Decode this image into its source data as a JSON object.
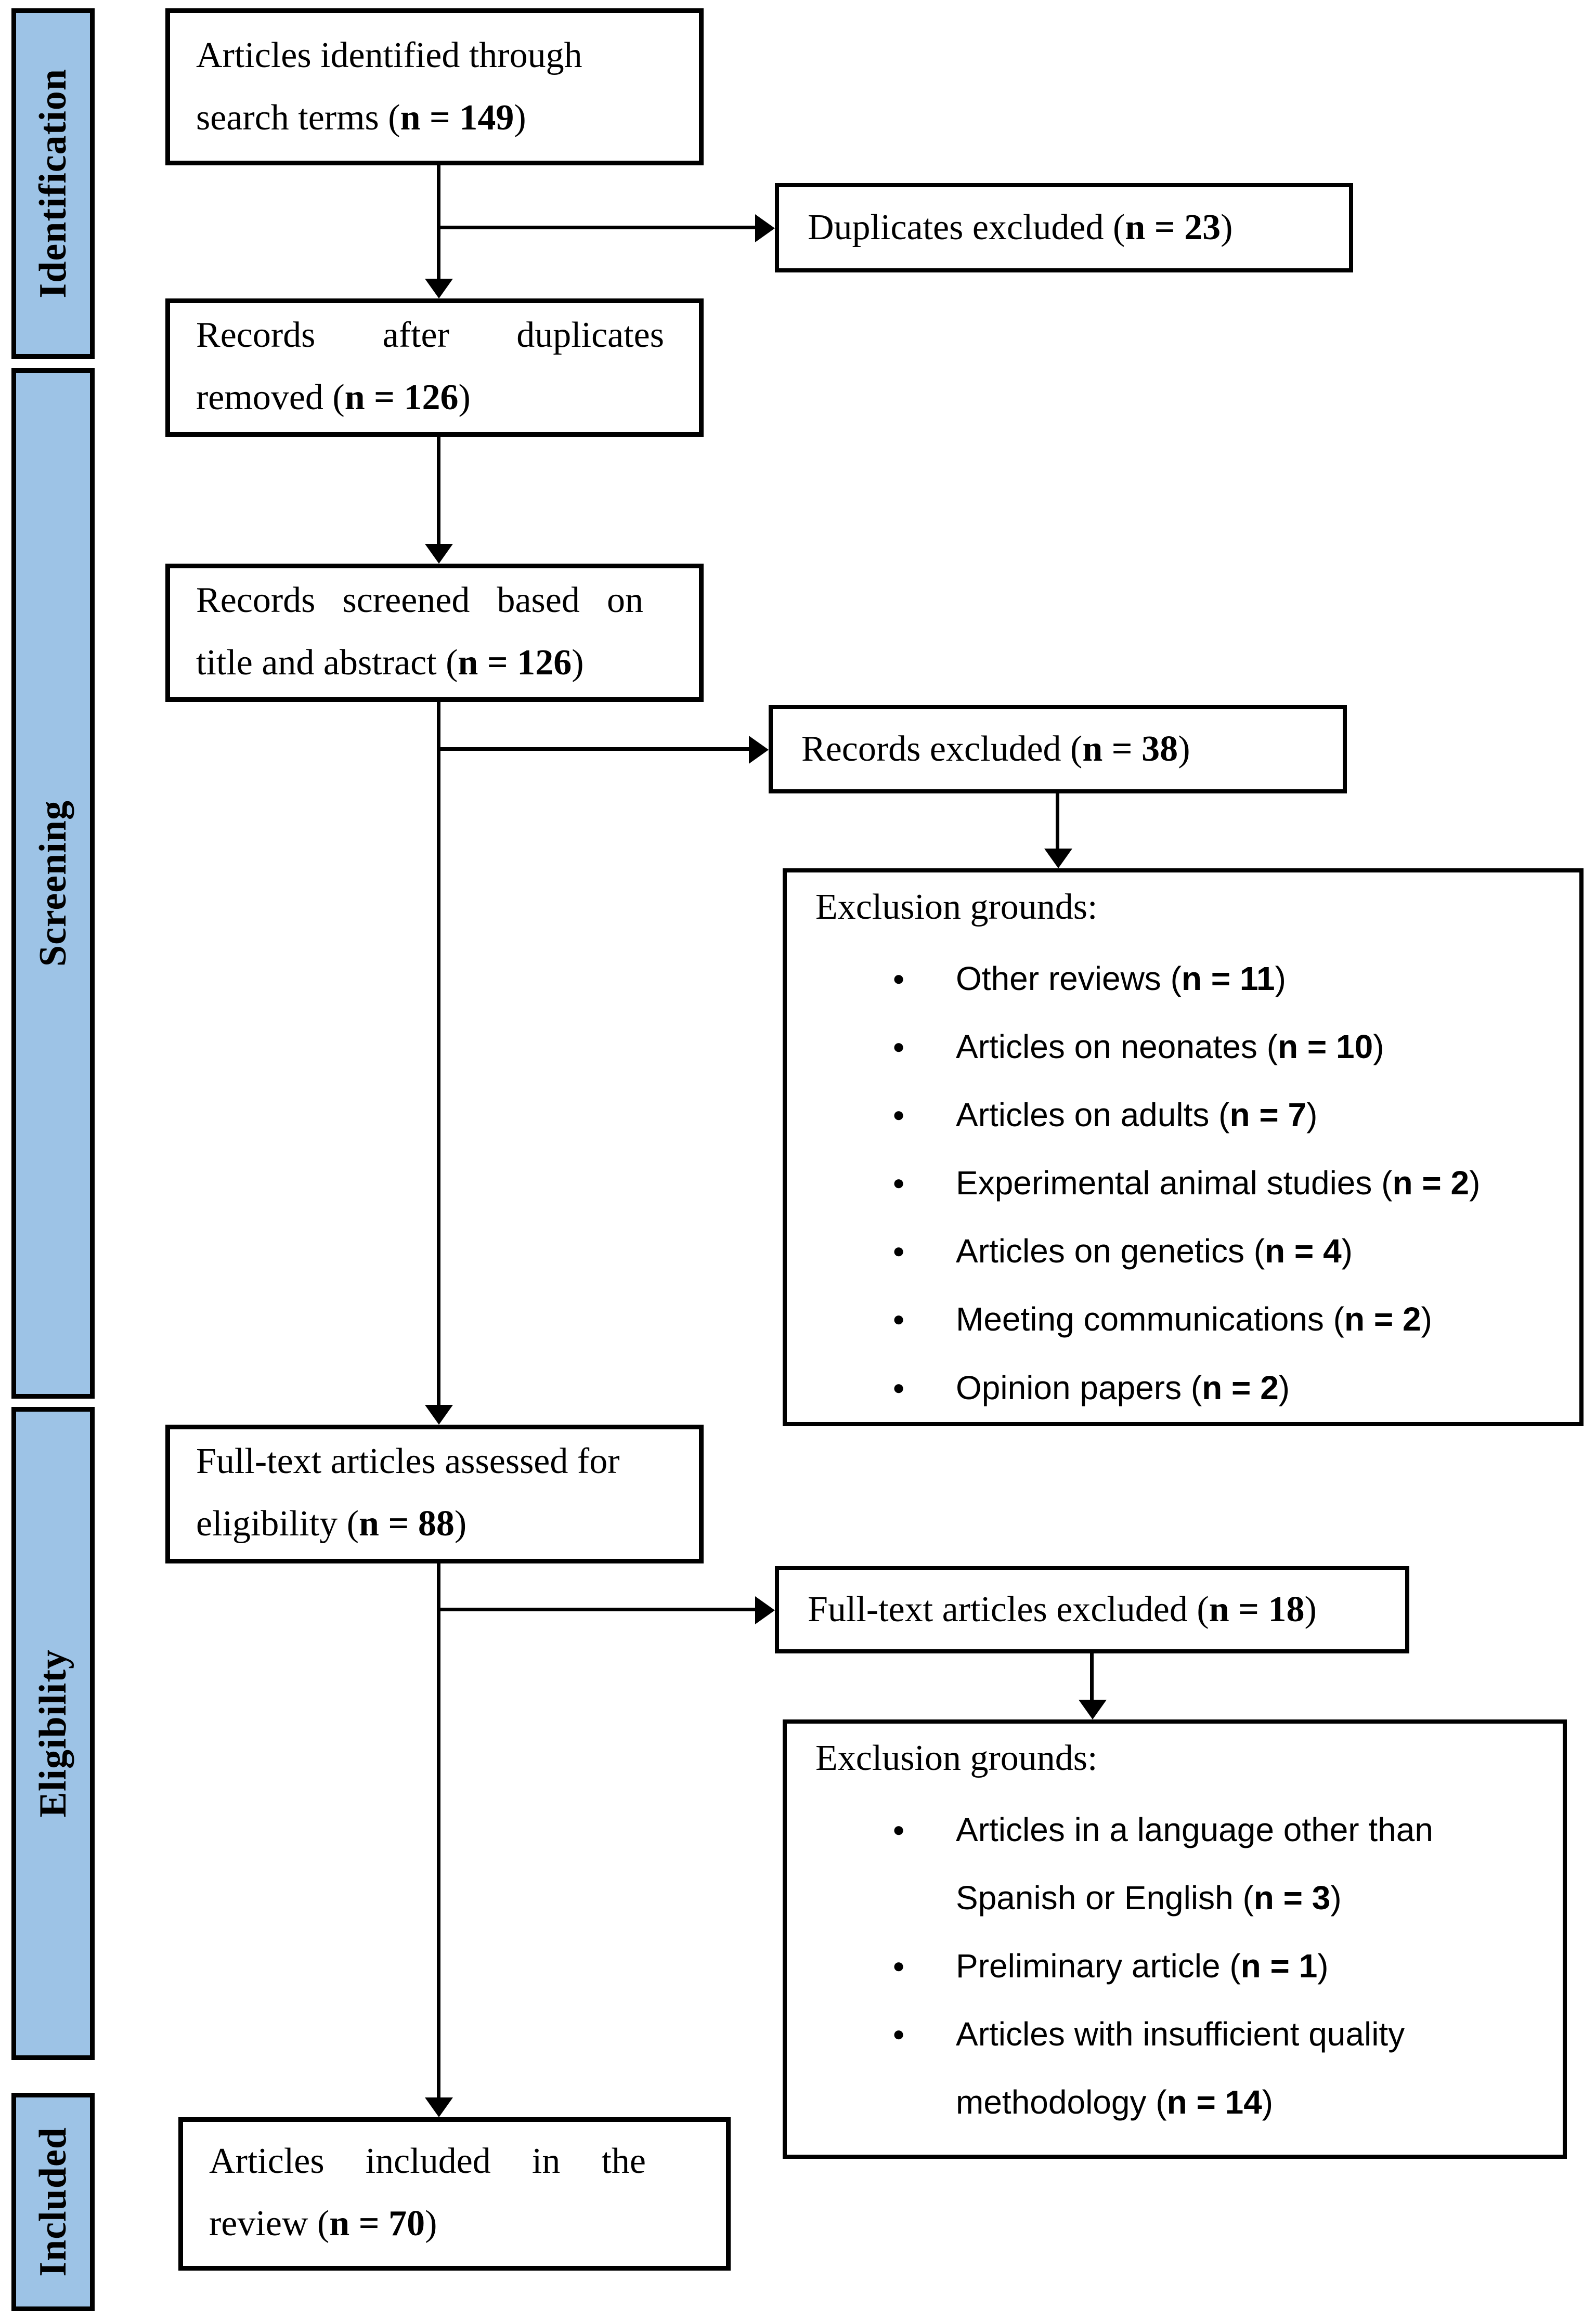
{
  "palette": {
    "stage_fill": "#9DC3E6",
    "line_color": "#000000",
    "box_background": "#ffffff"
  },
  "icons": {
    "bullet": "●"
  },
  "sidebar": {
    "stages": [
      {
        "label": "Identification"
      },
      {
        "label": "Screening"
      },
      {
        "label": "Eligibility"
      },
      {
        "label": "Included"
      }
    ]
  },
  "flow": {
    "identified": {
      "label": "Articles identified through search terms",
      "n": "149"
    },
    "duplicates_excluded": {
      "label": "Duplicates excluded",
      "n": "23"
    },
    "after_duplicates": {
      "label": "Records after duplicates removed",
      "n": "126"
    },
    "screened": {
      "label": "Records screened based on title and abstract",
      "n": "126"
    },
    "records_excluded": {
      "label": "Records excluded",
      "n": "38"
    },
    "screening_exclusions": {
      "heading": "Exclusion grounds:",
      "items": [
        {
          "label": "Other reviews",
          "n": "11"
        },
        {
          "label": "Articles on neonates",
          "n": "10"
        },
        {
          "label": "Articles on adults",
          "n": "7"
        },
        {
          "label": "Experimental animal studies",
          "n": "2"
        },
        {
          "label": "Articles on genetics",
          "n": "4"
        },
        {
          "label": "Meeting communications",
          "n": "2"
        },
        {
          "label": "Opinion papers",
          "n": "2"
        }
      ]
    },
    "fulltext_assessed": {
      "label": "Full-text articles assessed for eligibility",
      "n": "88"
    },
    "fulltext_excluded": {
      "label": "Full-text articles excluded",
      "n": "18"
    },
    "eligibility_exclusions": {
      "heading": "Exclusion grounds:",
      "items": [
        {
          "label": "Articles in a language other than Spanish or English",
          "n": "3"
        },
        {
          "label": "Preliminary article",
          "n": "1"
        },
        {
          "label": "Articles with insufficient quality methodology",
          "n": "14"
        }
      ]
    },
    "included": {
      "label": "Articles included in the review",
      "n": "70"
    }
  }
}
